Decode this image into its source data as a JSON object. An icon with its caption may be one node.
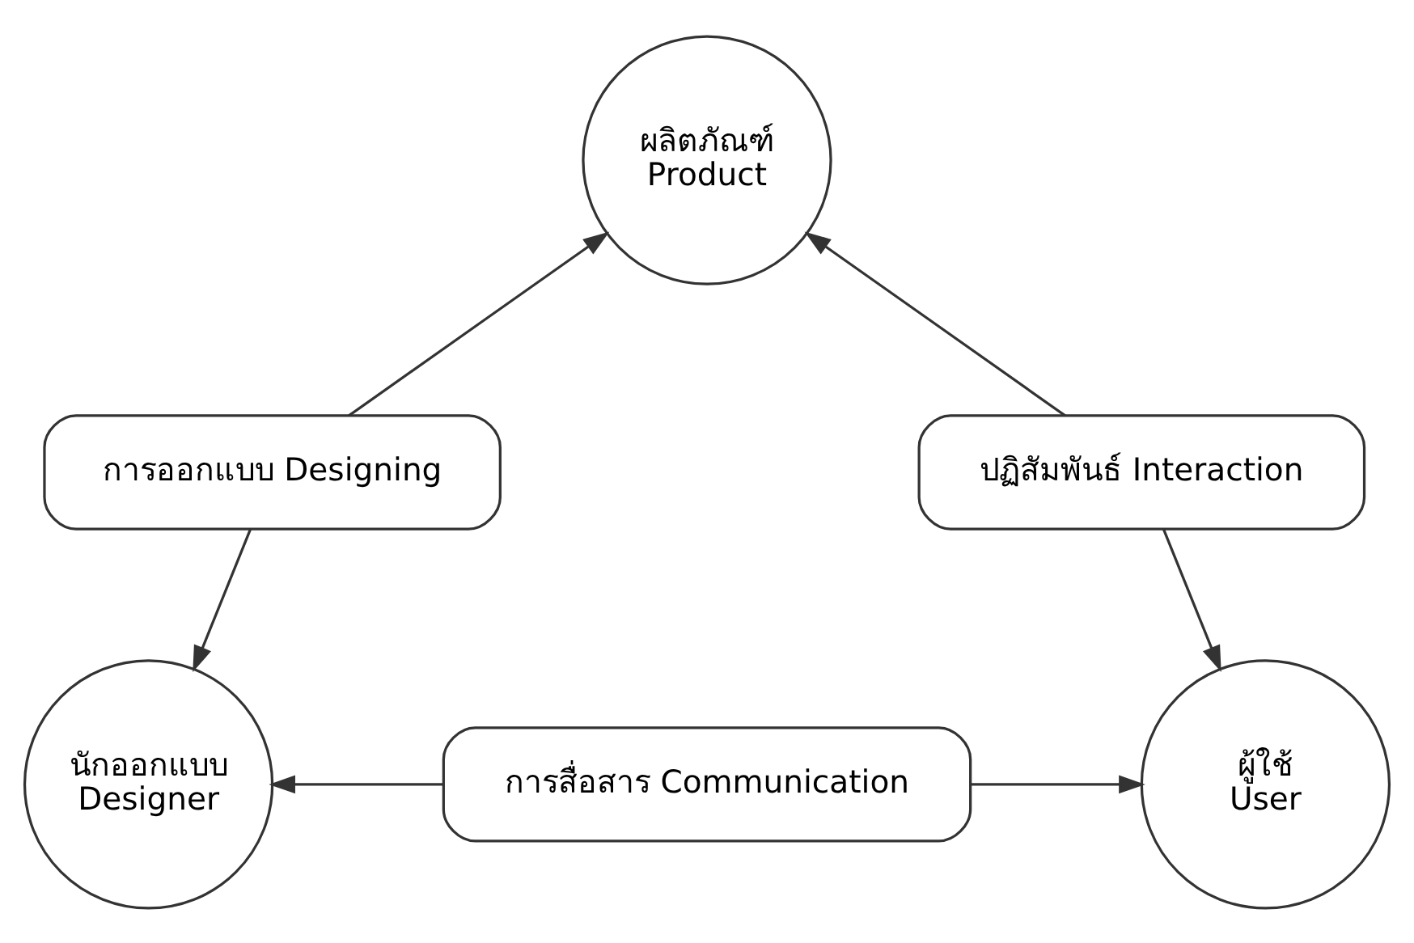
{
  "diagram": {
    "nodes": [
      {
        "text": [
          "ผลิตภัณฑ์",
          "Product"
        ]
      },
      {
        "text": [
          "นักออกแบบ",
          "Designer"
        ]
      },
      {
        "text": [
          "ผู้ใช้",
          "User"
        ]
      },
      {
        "text": [
          "การออกแบบ Designing"
        ]
      },
      {
        "text": [
          "ปฏิสัมพันธ์ Interaction"
        ]
      },
      {
        "text": [
          "การสื่อสาร Communication"
        ]
      }
    ],
    "edges": [
      {
        "from": 3,
        "to": 0,
        "arrow": "to"
      },
      {
        "from": 3,
        "to": 1,
        "arrow": "to"
      },
      {
        "from": 4,
        "to": 0,
        "arrow": "to"
      },
      {
        "from": 4,
        "to": 2,
        "arrow": "to"
      },
      {
        "from": 5,
        "to": 1,
        "arrow": "to"
      },
      {
        "from": 5,
        "to": 2,
        "arrow": "to"
      }
    ]
  }
}
